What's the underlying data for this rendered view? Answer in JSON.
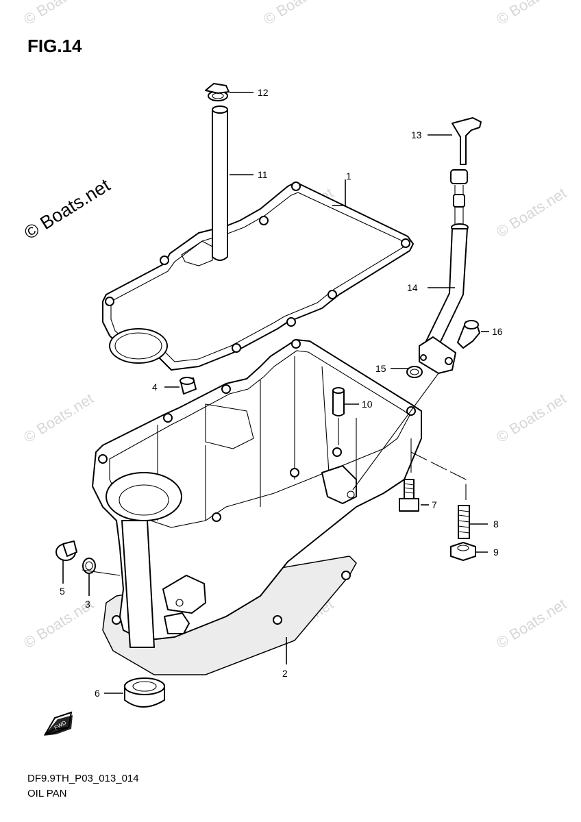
{
  "figure": {
    "title": "FIG.14",
    "code": "DF9.9TH_P03_013_014",
    "name": "OIL PAN"
  },
  "watermark": {
    "text": "© Boats.net"
  },
  "callouts": [
    {
      "id": "1",
      "label": "1"
    },
    {
      "id": "2",
      "label": "2"
    },
    {
      "id": "3",
      "label": "3"
    },
    {
      "id": "4",
      "label": "4"
    },
    {
      "id": "5",
      "label": "5"
    },
    {
      "id": "6",
      "label": "6"
    },
    {
      "id": "7",
      "label": "7"
    },
    {
      "id": "8",
      "label": "8"
    },
    {
      "id": "9",
      "label": "9"
    },
    {
      "id": "10",
      "label": "10"
    },
    {
      "id": "11",
      "label": "11"
    },
    {
      "id": "12",
      "label": "12"
    },
    {
      "id": "13",
      "label": "13"
    },
    {
      "id": "14",
      "label": "14"
    },
    {
      "id": "15",
      "label": "15"
    },
    {
      "id": "16",
      "label": "16"
    }
  ],
  "fwd_arrow": {
    "text": "FWD"
  }
}
